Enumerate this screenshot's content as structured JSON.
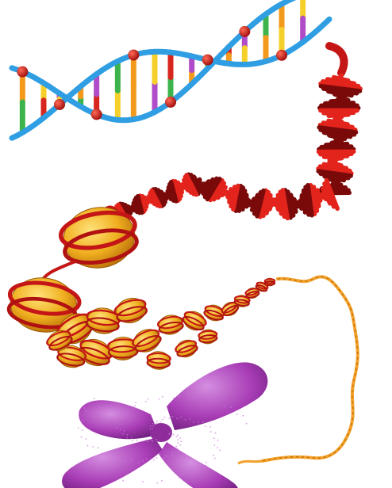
{
  "diagram": {
    "labels": [],
    "colors": {
      "backbone": "#2f9ee3",
      "phosphate": "#d01c1c",
      "phosphate_mark": "#ffd36b",
      "rung_orange": "#f39a1d",
      "rung_yellow": "#f6d02a",
      "rung_green": "#3cb44b",
      "rung_purple": "#b04cc8",
      "rung_red": "#d7261e",
      "ribbon": "#c41616",
      "ribbon_dark": "#7a0a0a",
      "histone": "#e9a316",
      "histone_light": "#ffd24d",
      "thread_orange": "#f2a12a",
      "chromosome": "#a93db6",
      "chromosome_light": "#cc79d8"
    },
    "parts": [
      {
        "name": "dna-double-helix"
      },
      {
        "name": "twisted-ribbon"
      },
      {
        "name": "nucleosomes"
      },
      {
        "name": "chromatin-fiber"
      },
      {
        "name": "chromosome"
      }
    ]
  }
}
